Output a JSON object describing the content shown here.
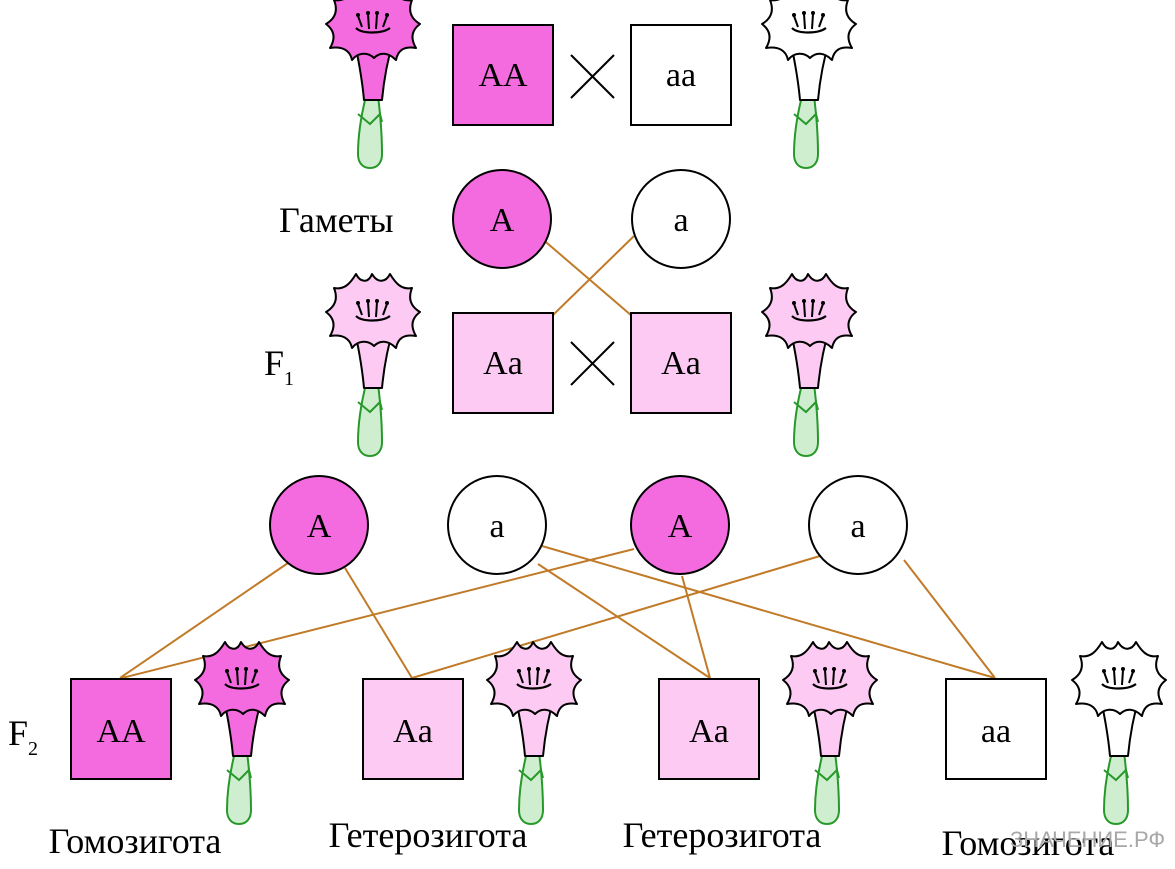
{
  "colors": {
    "dominant": "#f46be0",
    "hetero": "#fdcaf3",
    "recessive": "#ffffff",
    "stem": "#cfeecf",
    "stem_stroke": "#26992a",
    "link": "#c07a28"
  },
  "parents": {
    "left": {
      "genotype": "AA",
      "flower": "dominant"
    },
    "right": {
      "genotype": "aa",
      "flower": "recessive"
    },
    "cross_symbol": "×"
  },
  "gametes_row": {
    "label": "Гаметы",
    "gametes": [
      {
        "allele": "A",
        "color": "dominant"
      },
      {
        "allele": "a",
        "color": "recessive"
      }
    ]
  },
  "f1": {
    "label": "F",
    "label_sub": "1",
    "left": {
      "genotype": "Aa",
      "flower": "hetero"
    },
    "right": {
      "genotype": "Aa",
      "flower": "hetero"
    }
  },
  "f1_gametes": [
    {
      "allele": "A",
      "color": "dominant"
    },
    {
      "allele": "a",
      "color": "recessive"
    },
    {
      "allele": "A",
      "color": "dominant"
    },
    {
      "allele": "a",
      "color": "recessive"
    }
  ],
  "f2": {
    "label": "F",
    "label_sub": "2",
    "offspring": [
      {
        "genotype": "AA",
        "flower": "dominant",
        "caption": "Гомозигота"
      },
      {
        "genotype": "Aa",
        "flower": "hetero",
        "caption": "Гетерозигота"
      },
      {
        "genotype": "Aa",
        "flower": "hetero",
        "caption": "Гетерозигота"
      },
      {
        "genotype": "aa",
        "flower": "recessive",
        "caption": "Гомозигота"
      }
    ]
  },
  "watermark": "ЗНАЧЕНИЕ.РФ"
}
